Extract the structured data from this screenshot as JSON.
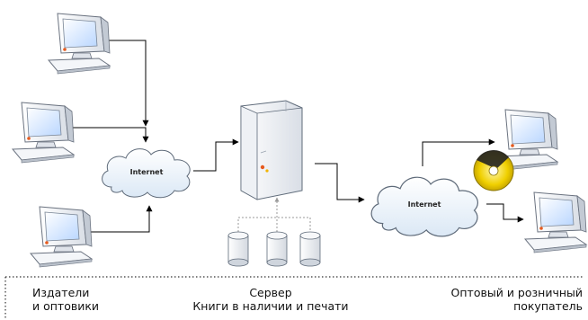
{
  "clouds": {
    "left_label": "Internet",
    "right_label": "Internet"
  },
  "captions": {
    "publishers_line1": "Издатели",
    "publishers_line2": "и оптовики",
    "server_line1": "Сервер",
    "server_line2": "Книги в наличии и печати",
    "buyers_line1": "Оптовый и розничный",
    "buyers_line2": "покупатель"
  },
  "icons": {
    "computer": "computer-icon",
    "server": "server-icon",
    "cloud": "cloud-icon",
    "database": "database-icon",
    "cd": "cd-icon"
  },
  "colors": {
    "line": "#000000",
    "dashed_line": "#9a9a9a",
    "cloud_fill": "#eef4fa",
    "monitor_screen": "#cfe3ff",
    "led": "#e65a1e"
  }
}
